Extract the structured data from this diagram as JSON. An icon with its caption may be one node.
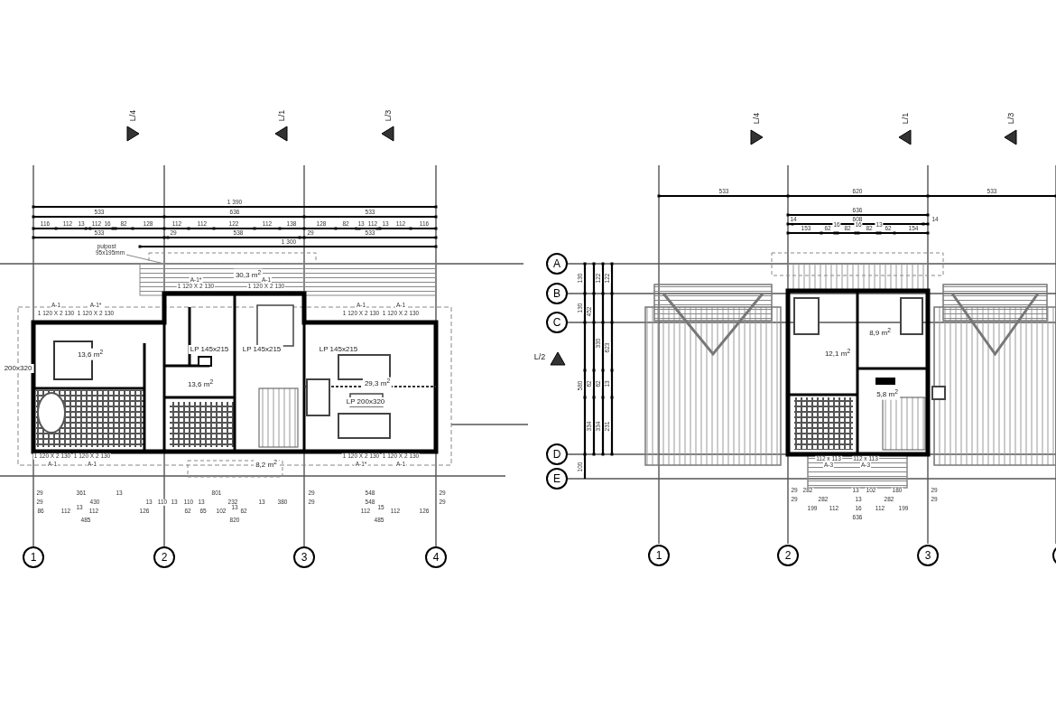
{
  "diagram": {
    "nodes": [
      {
        "text": [
          "1"
        ]
      },
      {
        "text": [
          "2"
        ]
      },
      {
        "text": [
          "3"
        ]
      },
      {
        "text": [
          "4"
        ]
      },
      {
        "text": [
          "A"
        ]
      },
      {
        "text": [
          "B"
        ]
      },
      {
        "text": [
          "C"
        ]
      },
      {
        "text": [
          "D"
        ]
      },
      {
        "text": [
          "E"
        ]
      },
      {
        "text": [
          "1"
        ]
      },
      {
        "text": [
          "2"
        ]
      },
      {
        "text": [
          "3"
        ]
      }
    ],
    "edges": [],
    "labels": [
      "L/4",
      "L/1",
      "L/3",
      "1 390",
      "533",
      "636",
      "533",
      "116",
      "112",
      "13",
      "112",
      "16",
      "82",
      "128",
      "112",
      "112",
      "122",
      "112",
      "138",
      "128",
      "82",
      "13",
      "112",
      "13",
      "112",
      "116",
      "533",
      "29",
      "538",
      "29",
      "533",
      "1 300",
      "pulpost",
      "95x195mm",
      "30,3 m$^{2}$",
      "A-1*",
      "A-1",
      "1 120 X 2 130",
      "1 120 X 2 130",
      "A-1",
      "A-1*",
      "1 120 X 2 130",
      "1 120 X 2 130",
      "A-1",
      "A-1",
      "1 120 X 2 130",
      "1 120 X 2 130",
      "13,6 m$^{2}$",
      "LP 145x215",
      "LP 145x215",
      "LP 145x215",
      "200x320",
      "13,6 m$^{2}$",
      "29,3 m$^{2}$",
      "LP 200x320",
      "8,2 m$^{2}$",
      "1 120 X 2 130",
      "1 120 X 2 130",
      "1 120 X 2 130",
      "1 120 X 2 130",
      "A-1",
      "A-1",
      "A-1*",
      "A-1",
      "29",
      "361",
      "13",
      "801",
      "29",
      "548",
      "29",
      "29",
      "430",
      "13",
      "110",
      "13",
      "110",
      "13",
      "232",
      "13",
      "380",
      "29",
      "548",
      "29",
      "86",
      "112",
      "13",
      "112",
      "126",
      "62",
      "65",
      "102",
      "13",
      "62",
      "112",
      "15",
      "112",
      "126",
      "485",
      "820",
      "485",
      "L/4",
      "L/1",
      "L/3",
      "L/2",
      "533",
      "620",
      "533",
      "636",
      "14",
      "608",
      "14",
      "153",
      "62",
      "16",
      "82",
      "16",
      "82",
      "13",
      "62",
      "154",
      "130",
      "130",
      "580",
      "100",
      "452",
      "62",
      "334",
      "122",
      "330",
      "62",
      "334",
      "122",
      "623",
      "13",
      "231",
      "12,1 m$^{2}$",
      "8,9 m$^{2}$",
      "5,8 m$^{2}$",
      "112 x 113",
      "112 x 113",
      "A-3",
      "A-3",
      "29",
      "282",
      "13",
      "102",
      "180",
      "29",
      "29",
      "282",
      "13",
      "282",
      "29",
      "199",
      "112",
      "16",
      "112",
      "199",
      "636"
    ]
  }
}
